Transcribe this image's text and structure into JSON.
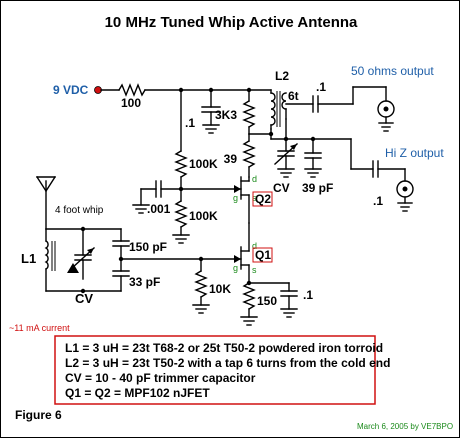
{
  "title": "10 MHz Tuned Whip Active Antenna",
  "supply": {
    "label": "9 VDC",
    "resistor": "100"
  },
  "components": {
    "cap_top_left": ".1",
    "r_3k3": "3K3",
    "l2": "L2",
    "l2_tap": "6t",
    "cap_50_out": ".1",
    "r_39": "39",
    "cv_top": "CV",
    "c_39pf": "39 pF",
    "cap_hiz_out": ".1",
    "r_100k_top": "100K",
    "r_100k_bot": "100K",
    "c_001": ".001",
    "q2": "Q2",
    "q1": "Q1",
    "whip": "4 foot whip",
    "l1": "L1",
    "cv_bot": "CV",
    "c_150pf": "150 pF",
    "c_33pf": "33 pF",
    "r_10k": "10K",
    "r_150": "150",
    "cap_bot_right": ".1"
  },
  "pins": {
    "d": "d",
    "s": "s",
    "g": "g"
  },
  "outputs": {
    "ohm50": "50 ohms output",
    "hiz": "Hi Z output"
  },
  "current_note": "~11 mA current",
  "notes": [
    "L1 = 3 uH = 23t T68-2 or 25t T50-2 powdered iron torroid",
    "L2 = 3 uH = 23t T50-2 with a tap 6 turns from the cold end",
    "CV = 10 - 40 pF trimmer capacitor",
    "Q1 = Q2 = MPF102 nJFET"
  ],
  "figure_label": "Figure 6",
  "date_credit": "March 6, 2005 by VE7BPO",
  "colors": {
    "supply_dot": "#d01010",
    "output_text": "#1f5fa8",
    "pin_text": "#1a8a1a",
    "box_border": "#d01010"
  }
}
